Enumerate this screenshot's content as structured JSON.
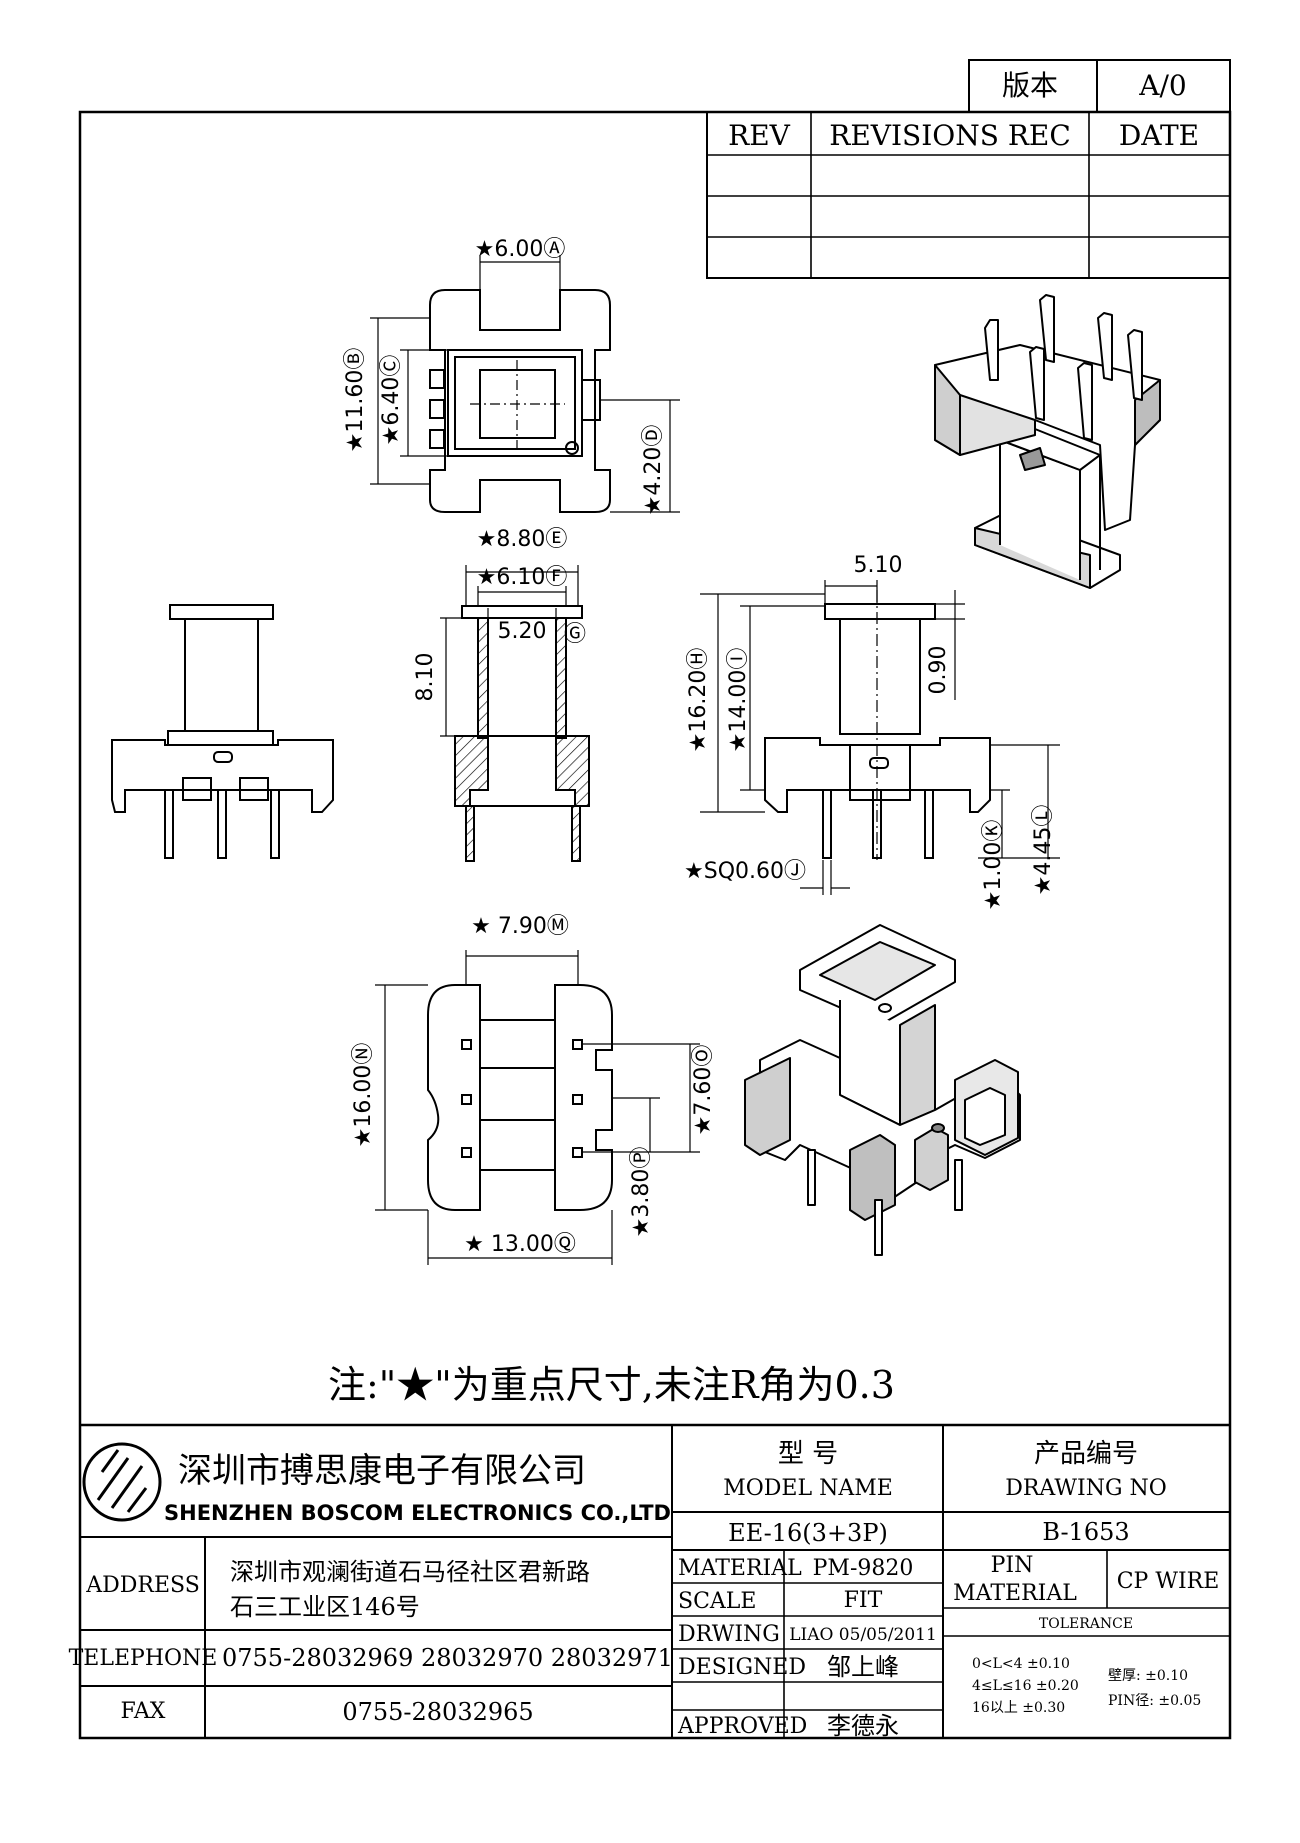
{
  "version_box": {
    "label": "版本",
    "value": "A/0"
  },
  "revisions": {
    "headers": [
      "REV",
      "REVISIONS REC",
      "DATE"
    ]
  },
  "dimensions": {
    "top_width": "★6.00Ⓐ",
    "top_height_outer": "★11.60Ⓑ",
    "top_height_inner": "★6.40Ⓒ",
    "top_offset": "★4.20Ⓓ",
    "side_width_outer": "★8.80Ⓔ",
    "side_width_mid": "★6.10Ⓕ",
    "side_width_inner": "5.20",
    "side_inner_mark": "Ⓖ",
    "side_height": "8.10",
    "right_width": "5.10",
    "right_height_total": "★16.20Ⓗ",
    "right_height_mid": "★14.00Ⓘ",
    "right_flange": "0.90",
    "right_pin_low": "★1.00Ⓚ",
    "right_pin_high": "★4.45Ⓛ",
    "pin_size": "★SQ0.60Ⓙ",
    "bottom_width_top": "★ 7.90Ⓜ",
    "bottom_height": "★16.00Ⓝ",
    "bottom_pitch_a": "★7.60Ⓞ",
    "bottom_pitch_b": "★3.80Ⓟ",
    "bottom_width": "★ 13.00Ⓠ"
  },
  "note": "注:\"★\"为重点尺寸,未注R角为0.3",
  "company": {
    "name_cn": "深圳市搏思康电子有限公司",
    "name_en": "SHENZHEN BOSCOM ELECTRONICS CO.,LTD"
  },
  "address": {
    "label": "ADDRESS",
    "line1": "深圳市观澜街道石马径社区君新路",
    "line2": "石三工业区146号"
  },
  "telephone": {
    "label": "TELEPHONE",
    "value": "0755-28032969 28032970 28032971"
  },
  "fax": {
    "label": "FAX",
    "value": "0755-28032965"
  },
  "model": {
    "label_cn": "型    号",
    "label_en": "MODEL NAME",
    "value": "EE-16(3+3P)"
  },
  "drawing_no": {
    "label_cn": "产品编号",
    "label_en": "DRAWING NO",
    "value": "B-1653"
  },
  "material": {
    "label": "MATERIAL",
    "value": "PM-9820"
  },
  "scale": {
    "label": "SCALE",
    "value": "FIT"
  },
  "drawing": {
    "label": "DRWING",
    "value": "LIAO 05/05/2011"
  },
  "designed": {
    "label": "DESIGNED",
    "value": "邹上峰"
  },
  "approved": {
    "label": "APPROVED",
    "value": "李德永"
  },
  "pin_material": {
    "label_line1": "PIN",
    "label_line2": "MATERIAL",
    "value": "CP WIRE"
  },
  "tolerance": {
    "label": "TOLERANCE",
    "rows": [
      "0<L<4    ±0.10",
      "4≤L≤16  ±0.20",
      "16以上     ±0.30"
    ],
    "wall": "壁厚:  ±0.10",
    "pin": "PIN径: ±0.05"
  }
}
